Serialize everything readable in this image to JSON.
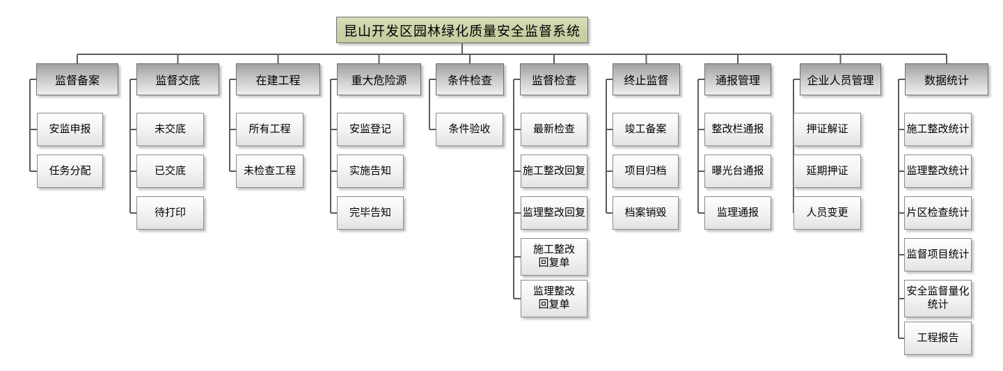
{
  "diagram": {
    "type": "org-chart",
    "title": "昆山开发区园林绿化质量安全监督系统",
    "colors": {
      "background": "#ffffff",
      "title_fill_top": "#d8dfba",
      "title_fill_bottom": "#c4cea1",
      "header_fill_top": "#a1a1a1",
      "header_fill_bottom": "#efefef",
      "child_fill_top": "#fefefe",
      "child_fill_bottom": "#e3e3e3",
      "border": "#6f6f6f",
      "connector": "#5a5a5a",
      "text": "#000000"
    },
    "columns": [
      {
        "title": "监督备案",
        "children": [
          "安监申报",
          "任务分配"
        ]
      },
      {
        "title": "监督交底",
        "children": [
          "未交底",
          "已交底",
          "待打印"
        ]
      },
      {
        "title": "在建工程",
        "children": [
          "所有工程",
          "未检查工程"
        ]
      },
      {
        "title": "重大危险源",
        "children": [
          "安监登记",
          "实施告知",
          "完毕告知"
        ]
      },
      {
        "title": "条件检查",
        "children": [
          "条件验收"
        ]
      },
      {
        "title": "监督检查",
        "children": [
          "最新检查",
          "施工整改回复",
          "监理整改回复",
          "施工整改\n回复单",
          "监理整改\n回复单"
        ]
      },
      {
        "title": "终止监督",
        "children": [
          "竣工备案",
          "项目归档",
          "档案销毁"
        ]
      },
      {
        "title": "通报管理",
        "children": [
          "整改栏通报",
          "曝光台通报",
          "监理通报"
        ]
      },
      {
        "title": "企业人员管理",
        "children": [
          "押证解证",
          "延期押证",
          "人员变更"
        ]
      },
      {
        "title": "数据统计",
        "children": [
          "施工整改统计",
          "监理整改统计",
          "片区检查统计",
          "监督项目统计",
          "安全监督量化\n统计",
          "工程报告"
        ]
      }
    ]
  }
}
